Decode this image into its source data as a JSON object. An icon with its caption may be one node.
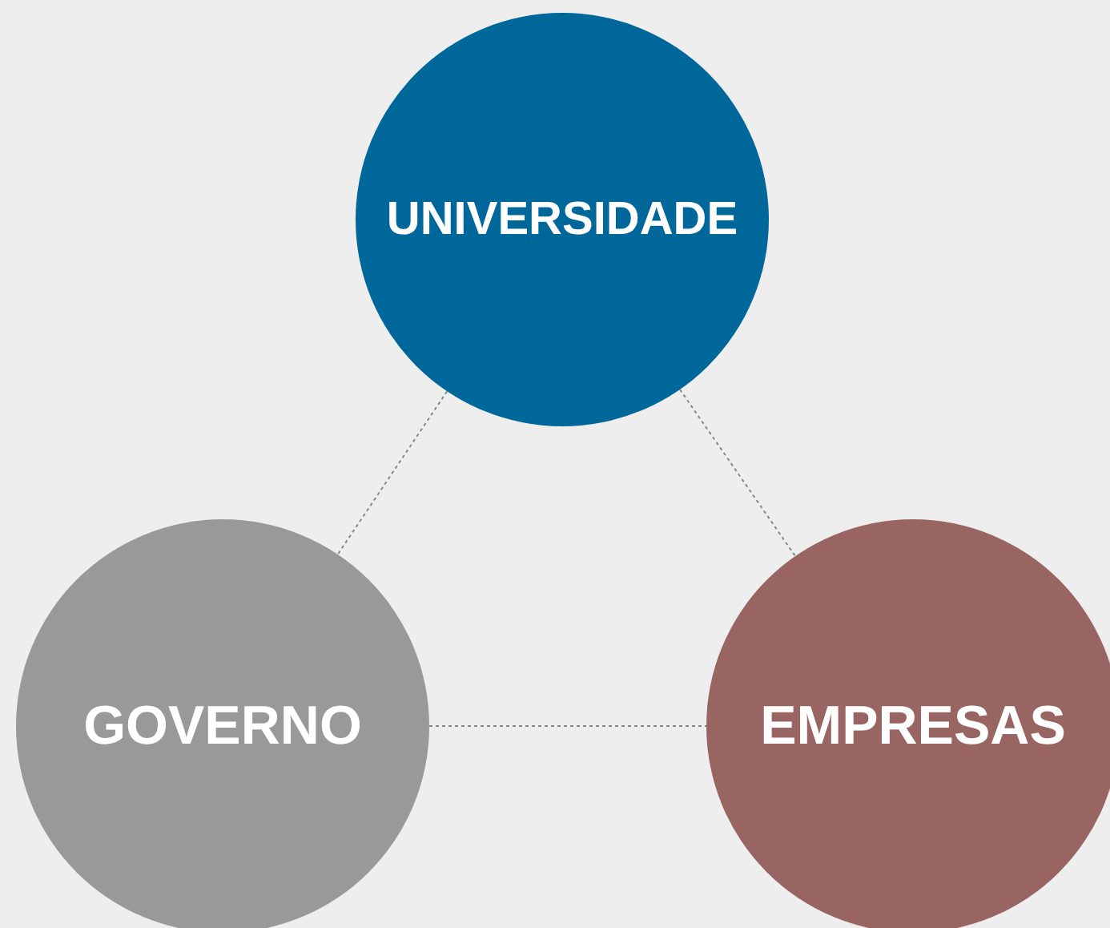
{
  "diagram": {
    "nodes": [
      {
        "text": [
          "UNIVERSIDADE"
        ]
      },
      {
        "text": [
          "GOVERNO"
        ]
      },
      {
        "text": [
          "EMPRESAS"
        ]
      }
    ],
    "edges": [
      {
        "from": 0,
        "to": 1,
        "arrow": "none",
        "style": "dashed"
      },
      {
        "from": 0,
        "to": 2,
        "arrow": "none",
        "style": "dashed"
      },
      {
        "from": 1,
        "to": 2,
        "arrow": "none",
        "style": "dashed"
      }
    ]
  }
}
